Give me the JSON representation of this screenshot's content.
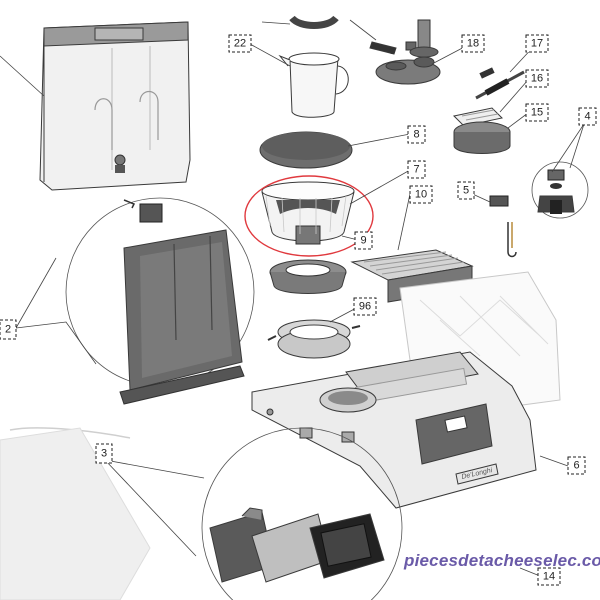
{
  "diagram": {
    "callouts": [
      {
        "id": "c2",
        "label": "2"
      },
      {
        "id": "c3",
        "label": "3"
      },
      {
        "id": "c4",
        "label": "4"
      },
      {
        "id": "c5",
        "label": "5"
      },
      {
        "id": "c6",
        "label": "6"
      },
      {
        "id": "c7",
        "label": "7"
      },
      {
        "id": "c8",
        "label": "8"
      },
      {
        "id": "c9",
        "label": "9"
      },
      {
        "id": "c10",
        "label": "10"
      },
      {
        "id": "c14",
        "label": "14"
      },
      {
        "id": "c15",
        "label": "15"
      },
      {
        "id": "c16",
        "label": "16"
      },
      {
        "id": "c17",
        "label": "17"
      },
      {
        "id": "c18",
        "label": "18"
      },
      {
        "id": "c22",
        "label": "22"
      },
      {
        "id": "c96",
        "label": "96"
      }
    ],
    "highlight_color": "#e0393e",
    "watermark": "piecesdetacheeselec.com",
    "brand_label": "De'Longhi"
  }
}
